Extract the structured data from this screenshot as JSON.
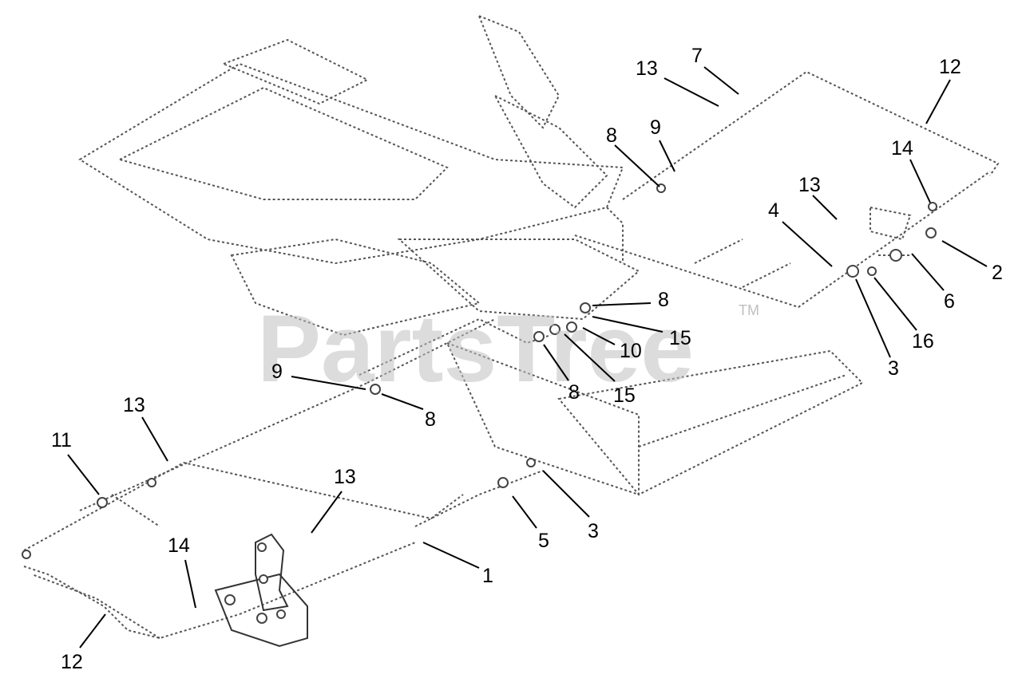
{
  "watermark": {
    "text": "PartsTree",
    "tm": "TM"
  },
  "callouts": [
    {
      "id": "c7",
      "label": "7"
    },
    {
      "id": "c13a",
      "label": "13"
    },
    {
      "id": "c12a",
      "label": "12"
    },
    {
      "id": "c8a",
      "label": "8"
    },
    {
      "id": "c9a",
      "label": "9"
    },
    {
      "id": "c14a",
      "label": "14"
    },
    {
      "id": "c13b",
      "label": "13"
    },
    {
      "id": "c4",
      "label": "4"
    },
    {
      "id": "c2",
      "label": "2"
    },
    {
      "id": "c6",
      "label": "6"
    },
    {
      "id": "c16",
      "label": "16"
    },
    {
      "id": "c3a",
      "label": "3"
    },
    {
      "id": "c8b",
      "label": "8"
    },
    {
      "id": "c15a",
      "label": "15"
    },
    {
      "id": "c10",
      "label": "10"
    },
    {
      "id": "c15b",
      "label": "15"
    },
    {
      "id": "c8c",
      "label": "8"
    },
    {
      "id": "c9b",
      "label": "9"
    },
    {
      "id": "c8d",
      "label": "8"
    },
    {
      "id": "c13c",
      "label": "13"
    },
    {
      "id": "c11",
      "label": "11"
    },
    {
      "id": "c13d",
      "label": "13"
    },
    {
      "id": "c14b",
      "label": "14"
    },
    {
      "id": "c1",
      "label": "1"
    },
    {
      "id": "c5",
      "label": "5"
    },
    {
      "id": "c3b",
      "label": "3"
    },
    {
      "id": "c12b",
      "label": "12"
    }
  ]
}
